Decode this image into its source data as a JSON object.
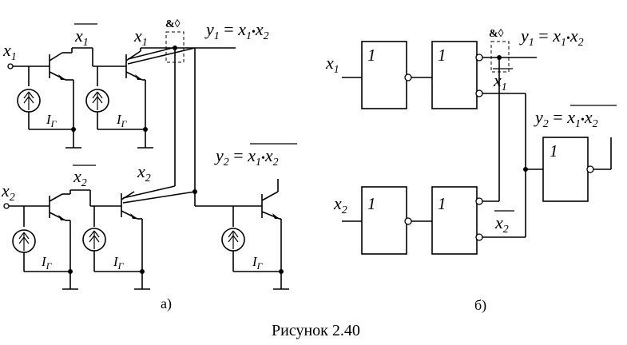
{
  "figure": {
    "caption": "Рисунок 2.40"
  },
  "part_a": {
    "label": "а)",
    "and_symbol": "&◊",
    "input_x1": "x",
    "input_x1_sub": "1",
    "input_x2": "x",
    "input_x2_sub": "2",
    "inv_x1": "x",
    "inv_x1_sub": "1",
    "inv_x2": "x",
    "inv_x2_sub": "2",
    "out_x1": "x",
    "out_x1_sub": "1",
    "out_x2": "x",
    "out_x2_sub": "2",
    "current_source_label": "I",
    "current_source_sub": "Г",
    "y1": {
      "lhs": "y",
      "lhs_sub": "1",
      "eq": " = ",
      "a": "x",
      "a_sub": "1",
      "dot": "•",
      "b": "x",
      "b_sub": "2"
    },
    "y2": {
      "lhs": "y",
      "lhs_sub": "2",
      "eq": " = ",
      "a": "x",
      "a_sub": "1",
      "dot": "•",
      "b": "x",
      "b_sub": "2"
    }
  },
  "part_b": {
    "label": "б)",
    "and_symbol": "&◊",
    "gate_label": "1",
    "input_x1": "x",
    "input_x1_sub": "1",
    "input_x2": "x",
    "input_x2_sub": "2",
    "inv_x1": "x",
    "inv_x1_sub": "1",
    "inv_x2": "x",
    "inv_x2_sub": "2",
    "y1": {
      "lhs": "y",
      "lhs_sub": "1",
      "eq": " = ",
      "a": "x",
      "a_sub": "1",
      "dot": "•",
      "b": "x",
      "b_sub": "2"
    },
    "y2": {
      "lhs": "y",
      "lhs_sub": "2",
      "eq": " = ",
      "a": "x",
      "a_sub": "1",
      "dot": "•",
      "b": "x",
      "b_sub": "2"
    }
  }
}
